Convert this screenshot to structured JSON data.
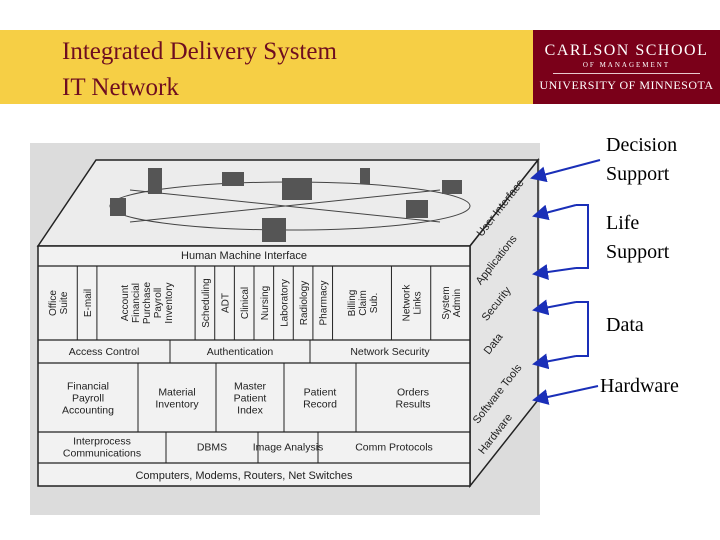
{
  "header": {
    "title_line1": "Integrated Delivery System",
    "title_line2": "IT Network",
    "logo_line1": "CARLSON SCHOOL",
    "logo_line2": "OF MANAGEMENT",
    "logo_line3": "UNIVERSITY OF MINNESOTA"
  },
  "diagram": {
    "human_machine_interface": "Human Machine Interface",
    "applications": [
      "Office Suite",
      "E-mail",
      "Account Financial Purchase Payroll Inventory",
      "Scheduling",
      "ADT",
      "Clinical",
      "Nursing",
      "Laboratory",
      "Radiology",
      "Pharmacy",
      "Billing Claim Sub.",
      "Network Links",
      "System Admin"
    ],
    "security": [
      "Access Control",
      "Authentication",
      "Network Security"
    ],
    "data": [
      "Financial Payroll Accounting",
      "Material Inventory",
      "Master Patient Index",
      "Patient Record",
      "Orders Results"
    ],
    "software_tools": [
      "Interprocess Communications",
      "DBMS",
      "Image Analysis",
      "Comm Protocols"
    ],
    "hardware": "Computers, Modems, Routers, Net Switches",
    "side_labels": [
      "User Interface",
      "Applications",
      "Security",
      "Data",
      "Software Tools",
      "Hardware"
    ]
  },
  "right_labels": {
    "decision": "Decision Support",
    "life": "Life Support",
    "data": "Data",
    "hardware": "Hardware"
  },
  "colors": {
    "gold": "#f6cf45",
    "maroon": "#7a0019",
    "arrow": "#1a2fb8"
  }
}
